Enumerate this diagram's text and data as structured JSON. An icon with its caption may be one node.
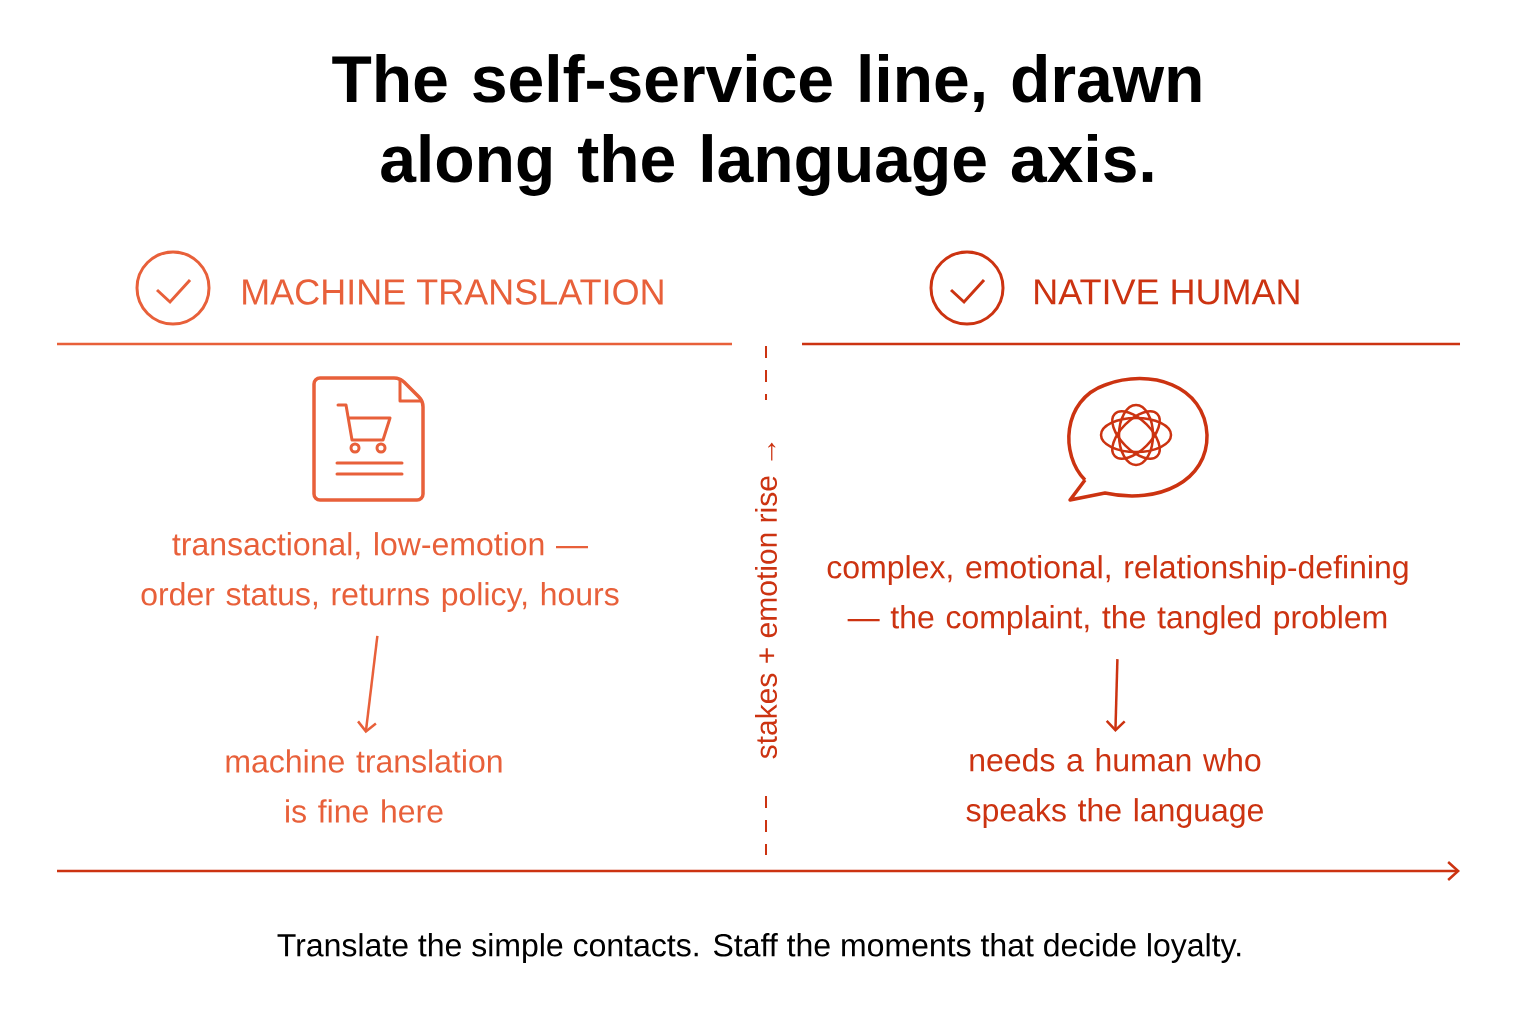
{
  "diagram": {
    "title": "The self-service line, drawn along the language axis.",
    "caption": "Translate the simple contacts. Staff the moments that decide loyalty.",
    "nodes": [
      {
        "text": [
          "transactional, low-emotion — order status, returns policy, hours"
        ]
      },
      {
        "text": [
          "machine translation is fine here"
        ]
      },
      {
        "text": [
          "complex, emotional, relationship-defining — the complaint, the tangled problem"
        ]
      },
      {
        "text": [
          "needs a human who speaks the language"
        ]
      }
    ],
    "edges": [
      {
        "from": 0,
        "to": 1,
        "arrow": "to"
      },
      {
        "from": 2,
        "to": 3,
        "arrow": "to",
        "color": "#cc3311"
      }
    ],
    "labels": [
      "MACHINE TRANSLATION",
      "NATIVE HUMAN",
      "stakes + emotion rise →"
    ]
  }
}
